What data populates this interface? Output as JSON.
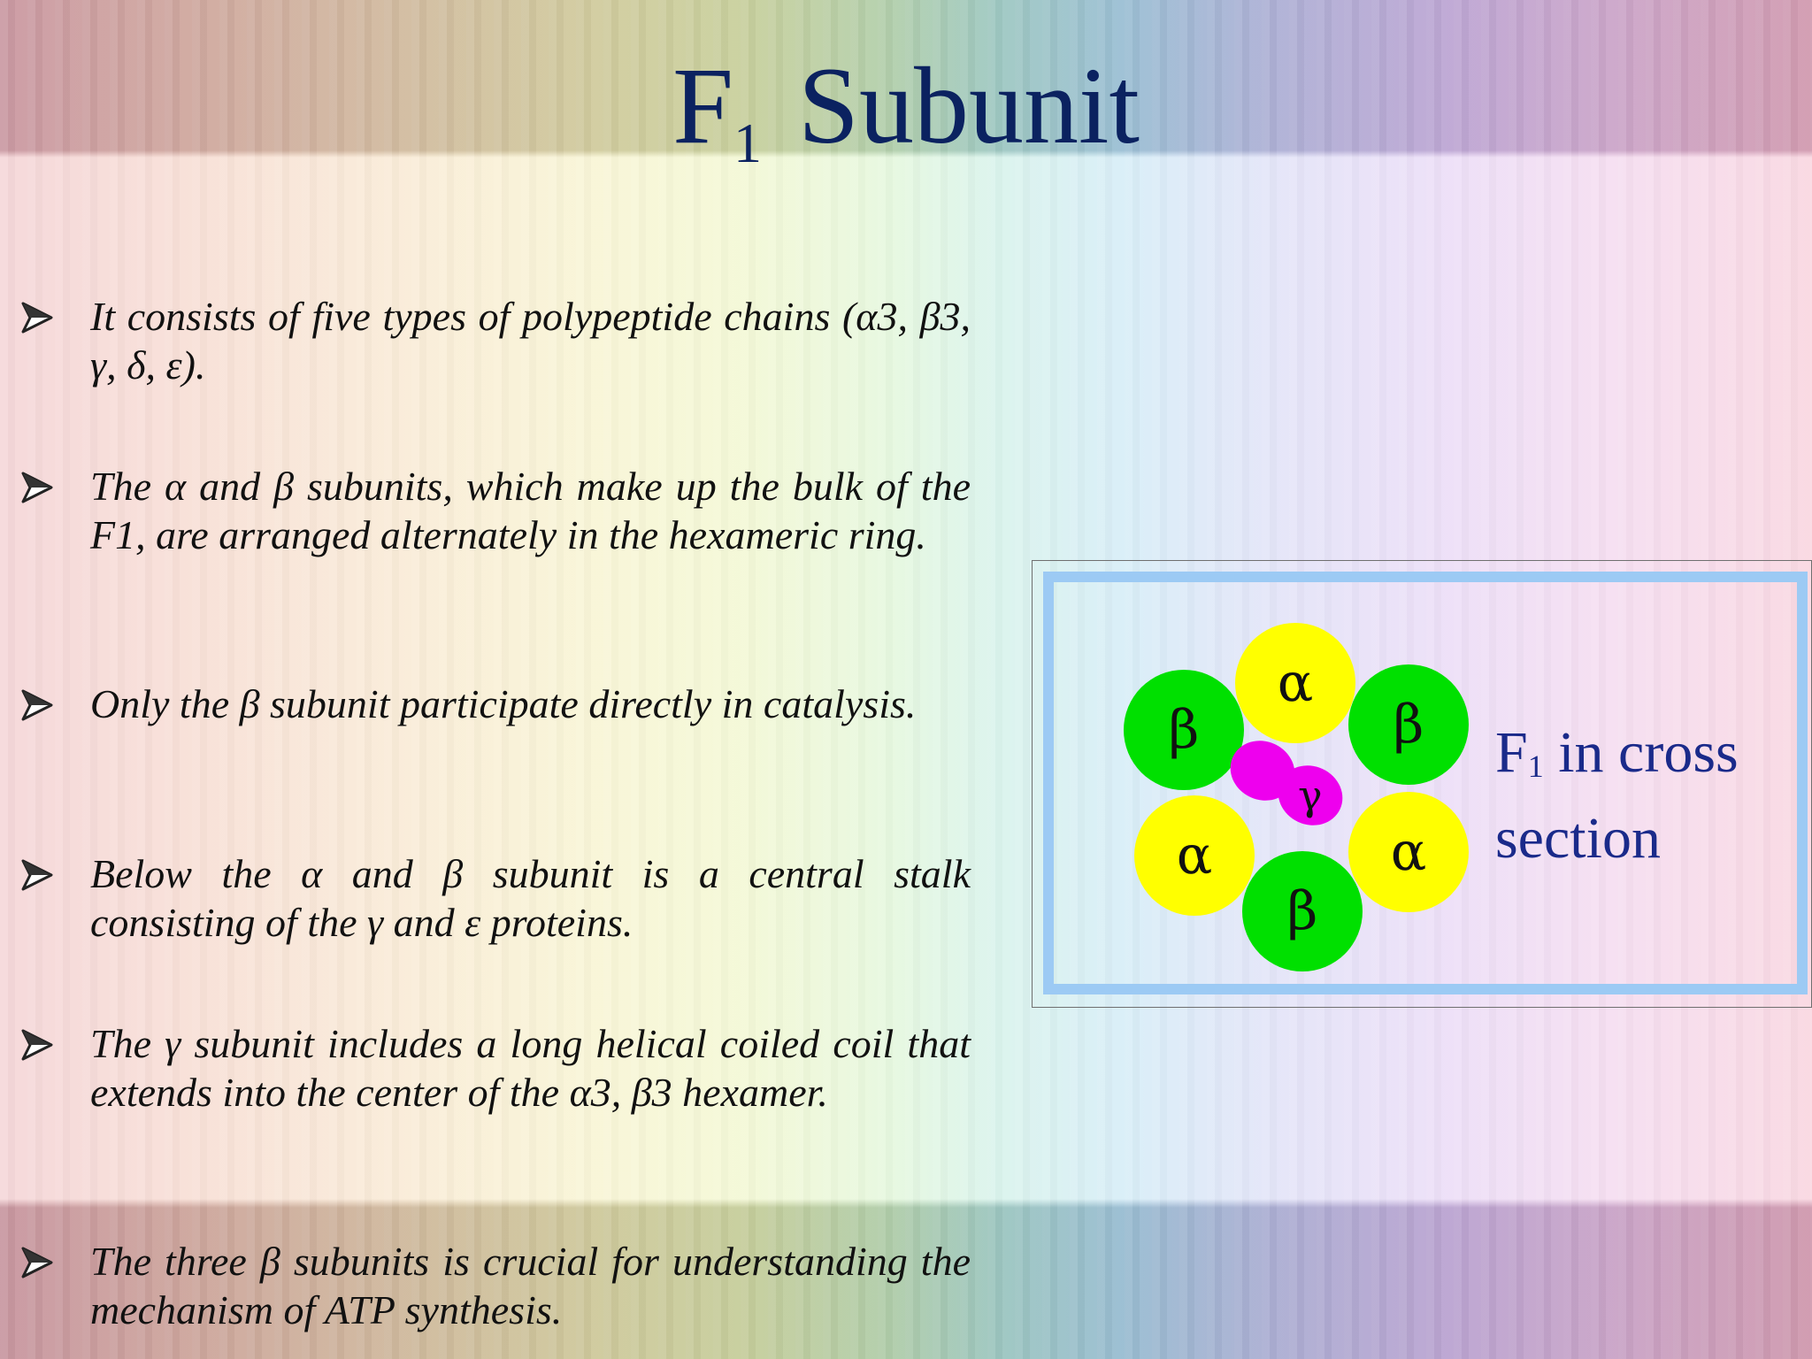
{
  "slide": {
    "title_main": "F",
    "title_sub": "1",
    "title_rest": "Subunit"
  },
  "bullets": [
    "It consists of five types of polypeptide chains (α3, β3, γ, δ, ε).",
    "The α and β subunits, which make up the bulk of the F1, are arranged alternately in the hexameric ring.",
    "Only the β subunit participate directly in catalysis.",
    "Below the α and β subunit is a central stalk consisting of the γ and ε proteins.",
    "The γ subunit includes a long helical coiled coil that extends into the center of the α3, β3 hexamer.",
    "The three β subunits is crucial for understanding the mechanism of ATP synthesis."
  ],
  "diagram": {
    "alpha_symbol": "α",
    "beta_symbol": "β",
    "gamma_symbol": "γ",
    "label_main": "F",
    "label_sub": "1",
    "label_rest": " in cross section",
    "colors": {
      "alpha": "#ffff00",
      "beta": "#00e000",
      "gamma": "#ee00ee",
      "frame": "#9ccaf4",
      "title": "#0b2260"
    }
  }
}
